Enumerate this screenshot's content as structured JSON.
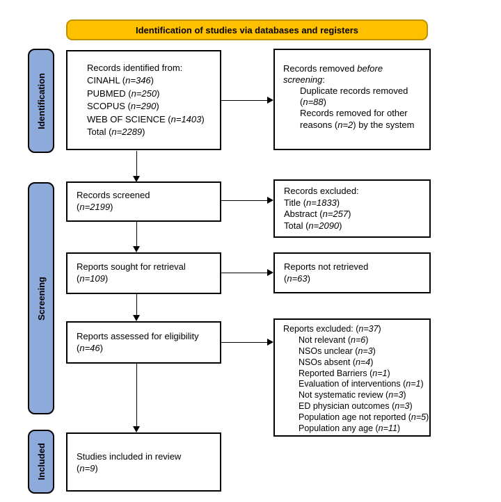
{
  "banner": {
    "label": "Identification of studies via databases and registers"
  },
  "sidebar": {
    "identification": {
      "label": "Identification"
    },
    "screening": {
      "label": "Screening"
    },
    "included": {
      "label": "Included"
    }
  },
  "colors": {
    "banner_fill": "#FFC000",
    "banner_border": "#BF9000",
    "sidebar_fill": "#8EAADB",
    "box_border": "#000000",
    "arrow": "#000000"
  },
  "boxes": {
    "records_identified": {
      "lines": [
        {
          "segments": [
            {
              "text": "Records identified from:"
            }
          ]
        },
        {
          "segments": [
            {
              "text": "CINAHL ("
            },
            {
              "text": "n=346",
              "italic": true
            },
            {
              "text": ")"
            }
          ]
        },
        {
          "segments": [
            {
              "text": "PUBMED ("
            },
            {
              "text": "n=250",
              "italic": true
            },
            {
              "text": ")"
            }
          ]
        },
        {
          "segments": [
            {
              "text": "SCOPUS ("
            },
            {
              "text": "n=290",
              "italic": true
            },
            {
              "text": ")"
            }
          ]
        },
        {
          "segments": [
            {
              "text": "WEB OF SCIENCE ("
            },
            {
              "text": "n=1403",
              "italic": true
            },
            {
              "text": ")"
            }
          ]
        },
        {
          "segments": [
            {
              "text": "Total ("
            },
            {
              "text": "n=2289",
              "italic": true
            },
            {
              "text": ")"
            }
          ]
        }
      ]
    },
    "records_removed": {
      "lines": [
        {
          "segments": [
            {
              "text": "Records removed "
            },
            {
              "text": "before screening",
              "italic": true
            },
            {
              "text": ":"
            }
          ]
        },
        {
          "indent": 1,
          "segments": [
            {
              "text": "Duplicate records removed ("
            },
            {
              "text": "n=88",
              "italic": true
            },
            {
              "text": ")"
            }
          ]
        },
        {
          "indent": 1,
          "segments": [
            {
              "text": "Records removed for other reasons ("
            },
            {
              "text": "n=2",
              "italic": true
            },
            {
              "text": ") by the system"
            }
          ]
        }
      ]
    },
    "records_screened": {
      "lines": [
        {
          "segments": [
            {
              "text": "Records screened"
            }
          ]
        },
        {
          "segments": [
            {
              "text": "("
            },
            {
              "text": "n=2199",
              "italic": true
            },
            {
              "text": ")"
            }
          ]
        }
      ]
    },
    "records_excluded": {
      "lines": [
        {
          "segments": [
            {
              "text": "Records excluded:"
            }
          ]
        },
        {
          "segments": [
            {
              "text": "Title ("
            },
            {
              "text": "n=1833",
              "italic": true
            },
            {
              "text": ")"
            }
          ]
        },
        {
          "segments": [
            {
              "text": "Abstract ("
            },
            {
              "text": "n=257",
              "italic": true
            },
            {
              "text": ")"
            }
          ]
        },
        {
          "segments": [
            {
              "text": "Total ("
            },
            {
              "text": "n=2090",
              "italic": true
            },
            {
              "text": ")"
            }
          ]
        }
      ]
    },
    "reports_sought": {
      "lines": [
        {
          "segments": [
            {
              "text": "Reports sought for retrieval"
            }
          ]
        },
        {
          "segments": [
            {
              "text": "("
            },
            {
              "text": "n=109",
              "italic": true
            },
            {
              "text": ")"
            }
          ]
        }
      ]
    },
    "reports_not_retrieved": {
      "lines": [
        {
          "segments": [
            {
              "text": "Reports not retrieved"
            }
          ]
        },
        {
          "segments": [
            {
              "text": "("
            },
            {
              "text": "n=63",
              "italic": true
            },
            {
              "text": ")"
            }
          ]
        }
      ]
    },
    "reports_assessed": {
      "lines": [
        {
          "segments": [
            {
              "text": "Reports assessed for eligibility"
            }
          ]
        },
        {
          "segments": [
            {
              "text": "("
            },
            {
              "text": "n=46",
              "italic": true
            },
            {
              "text": ")"
            }
          ]
        }
      ]
    },
    "reports_excluded": {
      "lines": [
        {
          "segments": [
            {
              "text": "Reports excluded: ("
            },
            {
              "text": "n=37",
              "italic": true
            },
            {
              "text": ")"
            }
          ]
        },
        {
          "indent": 1,
          "segments": [
            {
              "text": "Not relevant ("
            },
            {
              "text": "n=6",
              "italic": true
            },
            {
              "text": ")"
            }
          ]
        },
        {
          "indent": 1,
          "segments": [
            {
              "text": "NSOs unclear ("
            },
            {
              "text": "n=3",
              "italic": true
            },
            {
              "text": ")"
            }
          ]
        },
        {
          "indent": 1,
          "segments": [
            {
              "text": "NSOs absent ("
            },
            {
              "text": "n=4",
              "italic": true
            },
            {
              "text": ")"
            }
          ]
        },
        {
          "indent": 1,
          "segments": [
            {
              "text": "Reported Barriers ("
            },
            {
              "text": "n=1",
              "italic": true
            },
            {
              "text": ")"
            }
          ]
        },
        {
          "indent": 1,
          "segments": [
            {
              "text": "Evaluation of interventions ("
            },
            {
              "text": "n=1",
              "italic": true
            },
            {
              "text": ")"
            }
          ]
        },
        {
          "indent": 1,
          "segments": [
            {
              "text": "Not systematic review ("
            },
            {
              "text": "n=3",
              "italic": true
            },
            {
              "text": ")"
            }
          ]
        },
        {
          "indent": 1,
          "segments": [
            {
              "text": "ED physician outcomes ("
            },
            {
              "text": "n=3",
              "italic": true
            },
            {
              "text": ")"
            }
          ]
        },
        {
          "indent": 1,
          "segments": [
            {
              "text": "Population age not reported ("
            },
            {
              "text": "n=5",
              "italic": true
            },
            {
              "text": ")"
            }
          ]
        },
        {
          "indent": 1,
          "segments": [
            {
              "text": "Population any age ("
            },
            {
              "text": "n=11",
              "italic": true
            },
            {
              "text": ")"
            }
          ]
        }
      ]
    },
    "studies_included": {
      "lines": [
        {
          "segments": [
            {
              "text": "Studies included in review"
            }
          ]
        },
        {
          "segments": [
            {
              "text": "("
            },
            {
              "text": "n=9",
              "italic": true
            },
            {
              "text": ")"
            }
          ]
        }
      ]
    }
  }
}
